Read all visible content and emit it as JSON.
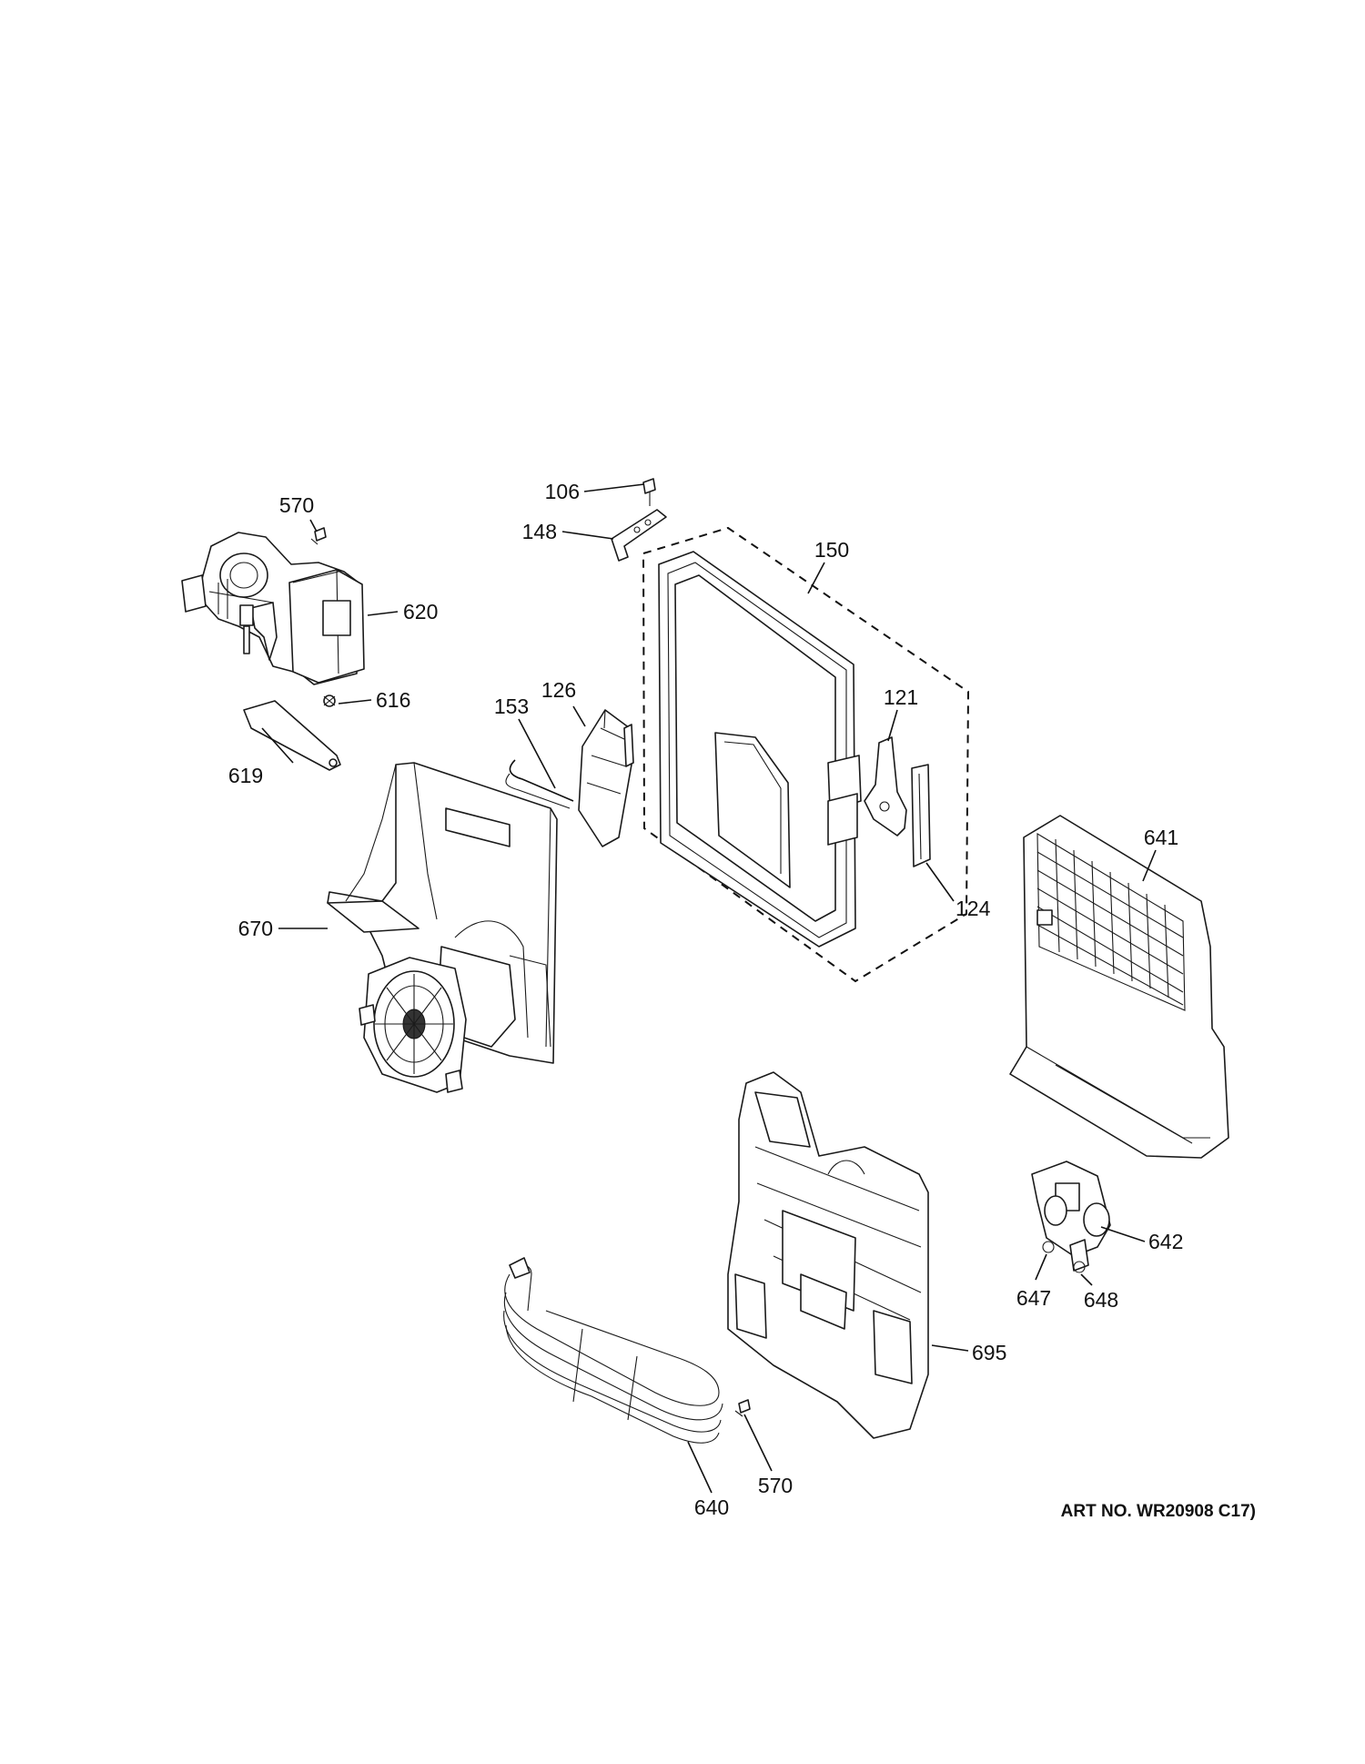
{
  "diagram": {
    "callouts": {
      "p570_top": "570",
      "p620": "620",
      "p616": "616",
      "p619": "619",
      "p670": "670",
      "p106": "106",
      "p148": "148",
      "p150": "150",
      "p126": "126",
      "p153": "153",
      "p121": "121",
      "p124": "124",
      "p641": "641",
      "p642": "642",
      "p647": "647",
      "p648": "648",
      "p695": "695",
      "p570_bottom": "570",
      "p640": "640"
    },
    "art_number": "ART NO. WR20908 C17)"
  }
}
